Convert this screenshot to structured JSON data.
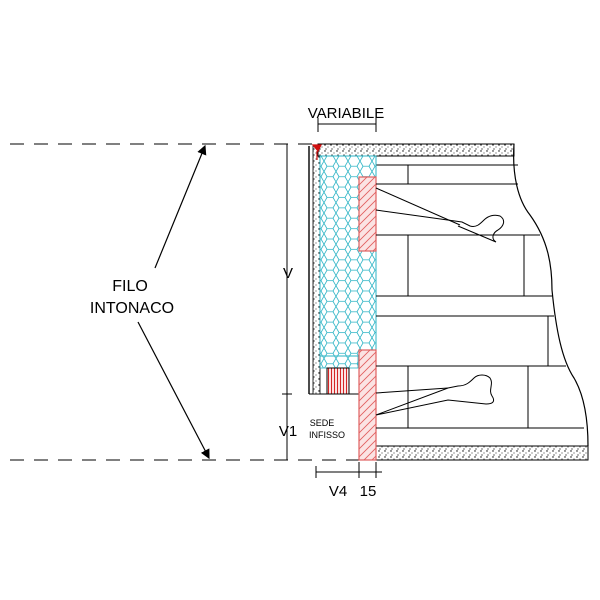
{
  "labels": {
    "variabile": "VARIABILE",
    "filo": "FILO",
    "intonaco": "INTONACO",
    "v": "V",
    "v1": "V1",
    "sede": "SEDE",
    "infisso": "INFISSO",
    "v4": "V4",
    "fifteen": "15"
  },
  "colors": {
    "line": "#000000",
    "insulation": "#2ab3c4",
    "frame_hatch": "#e06060",
    "frame_fill": "#fbe3e3",
    "red_mark": "#d01010"
  }
}
